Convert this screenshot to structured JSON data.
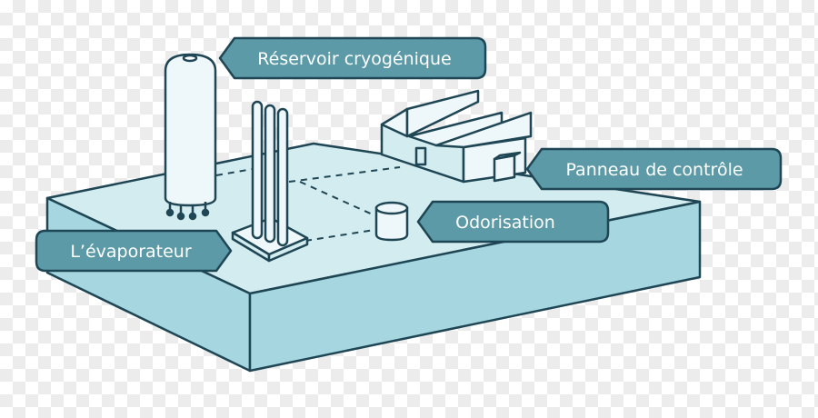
{
  "labels": {
    "reservoir": "Réservoir cryogénique",
    "evaporateur": "L’évaporateur",
    "odorisation": "Odorisation",
    "panneau": "Panneau de contrôle"
  },
  "colors": {
    "outline": "#1f4654",
    "platform_top": "#d3ecef",
    "platform_side": "#a6d6e0",
    "equipment_fill": "#eef7f9",
    "label_fill": "#5b9aa6",
    "dashed_line": "#1f4654"
  }
}
